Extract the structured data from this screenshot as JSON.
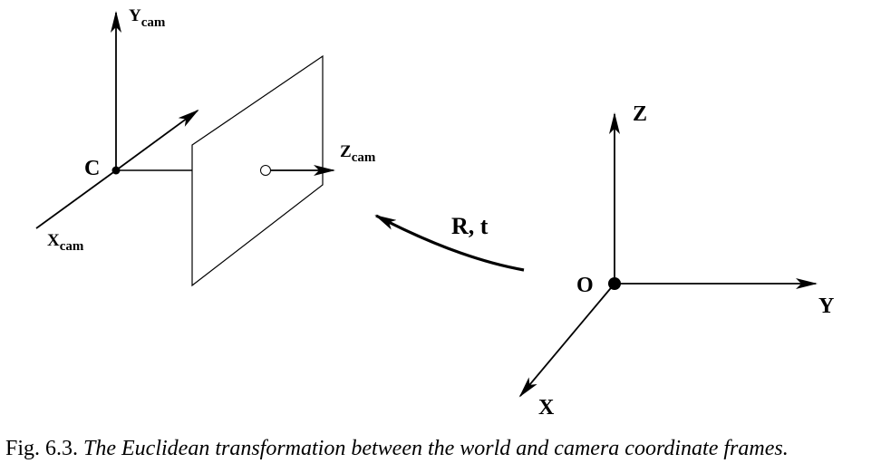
{
  "camera_frame": {
    "center_label": "C",
    "y_axis": {
      "main": "Y",
      "sub": "cam"
    },
    "x_axis": {
      "main": "X",
      "sub": "cam"
    },
    "z_axis": {
      "main": "Z",
      "sub": "cam"
    }
  },
  "world_frame": {
    "origin_label": "O",
    "z_axis": "Z",
    "y_axis": "Y",
    "x_axis": "X"
  },
  "transform_label": "R, t",
  "caption": {
    "label": "Fig. 6.3.",
    "text": "The Euclidean transformation between the world and camera coordinate frames."
  }
}
